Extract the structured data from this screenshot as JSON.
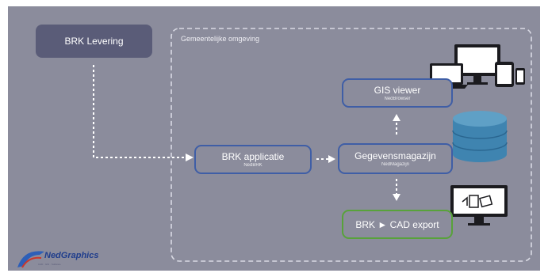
{
  "diagram": {
    "environment_label": "Gemeentelijke omgeving",
    "nodes": {
      "brk_levering": {
        "label": "BRK Levering"
      },
      "brk_applicatie": {
        "label": "BRK applicatie",
        "sub": "NedBRK"
      },
      "gis_viewer": {
        "label": "GIS viewer",
        "sub": "NedBrowser"
      },
      "gegevensmagazijn": {
        "label": "Gegevensmagazijn",
        "sub": "NedMagazijn"
      },
      "cad_export": {
        "label": "BRK ► CAD export"
      }
    },
    "colors": {
      "panel": "#8b8c9c",
      "source_node": "#5a5c78",
      "blue_border": "#3f5ea6",
      "green_border": "#58a23a",
      "database": "#3f84b0"
    }
  },
  "logo": {
    "name": "NedGraphics",
    "tagline": "CAD · GIS · Software"
  }
}
